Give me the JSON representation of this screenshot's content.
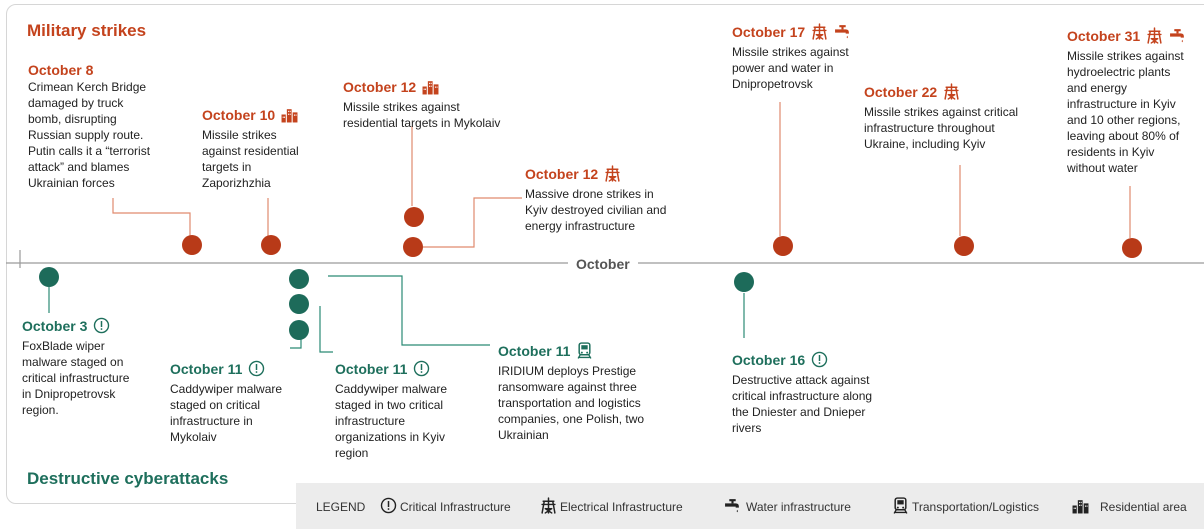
{
  "axis_label": "October",
  "sections": {
    "military": "Military strikes",
    "cyber": "Destructive cyberattacks"
  },
  "military_events": [
    {
      "date": "October 8",
      "text": "Crimean Kerch Bridge\ndamaged by truck\nbomb, disrupting\nRussian supply route.\nPutin calls it a “terrorist\nattack” and blames\nUkrainian forces",
      "icons": []
    },
    {
      "date": "October 10",
      "text": "Missile strikes\nagainst residential\ntargets in\nZaporizhzhia",
      "icons": [
        "residential-icon"
      ]
    },
    {
      "date": "October 12",
      "text": "Missile strikes against\nresidential targets in Mykolaiv",
      "icons": [
        "residential-icon"
      ]
    },
    {
      "date": "October 12",
      "text": "Massive drone strikes in\nKyiv destroyed civilian and\nenergy infrastructure",
      "icons": [
        "electrical-icon"
      ]
    },
    {
      "date": "October 17",
      "text": "Missile strikes against\npower and water in\nDnipropetrovsk",
      "icons": [
        "electrical-icon",
        "water-icon"
      ]
    },
    {
      "date": "October 22",
      "text": "Missile strikes against critical\ninfrastructure throughout\nUkraine, including  Kyiv",
      "icons": [
        "electrical-icon"
      ]
    },
    {
      "date": "October 31",
      "text": "Missile strikes against\nhydroelectric plants\nand energy\ninfrastructure in Kyiv\nand 10 other regions,\nleaving about 80% of\nresidents in Kyiv\nwithout water",
      "icons": [
        "electrical-icon",
        "water-icon"
      ]
    }
  ],
  "cyber_events": [
    {
      "date": "October 3",
      "text": "FoxBlade wiper\nmalware staged on\ncritical infrastructure\nin Dnipropetrovsk\nregion.",
      "icons": [
        "critical-icon"
      ]
    },
    {
      "date": "October 11",
      "text": "Caddywiper malware\nstaged on critical\ninfrastructure in\nMykolaiv",
      "icons": [
        "critical-icon"
      ]
    },
    {
      "date": "October 11",
      "text": "Caddywiper malware\nstaged in two critical\ninfrastructure\norganizations in Kyiv\nregion",
      "icons": [
        "critical-icon"
      ]
    },
    {
      "date": "October 11",
      "text": "IRIDIUM  deploys Prestige\nransomware against three\ntransportation and logistics\ncompanies, one Polish, two\nUkrainian",
      "icons": [
        "transport-icon"
      ]
    },
    {
      "date": "October 16",
      "text": "Destructive attack against\ncritical infrastructure along\nthe Dniester and Dnieper\nrivers",
      "icons": [
        "critical-icon"
      ]
    }
  ],
  "legend": {
    "title": "LEGEND",
    "items": [
      {
        "icon": "critical-icon",
        "label": "Critical Infrastructure"
      },
      {
        "icon": "electrical-icon",
        "label": "Electrical Infrastructure"
      },
      {
        "icon": "water-icon",
        "label": "Water infrastructure"
      },
      {
        "icon": "transport-icon",
        "label": "Transportation/Logistics"
      },
      {
        "icon": "residential-icon",
        "label": "Residential area"
      }
    ]
  },
  "colors": {
    "military": "#c4431d",
    "military_dot": "#b83a18",
    "cyber": "#1e6f5c",
    "cyber_dot": "#1d6b5a",
    "axis": "#9a9a9a",
    "legend_bg": "#ececec"
  }
}
